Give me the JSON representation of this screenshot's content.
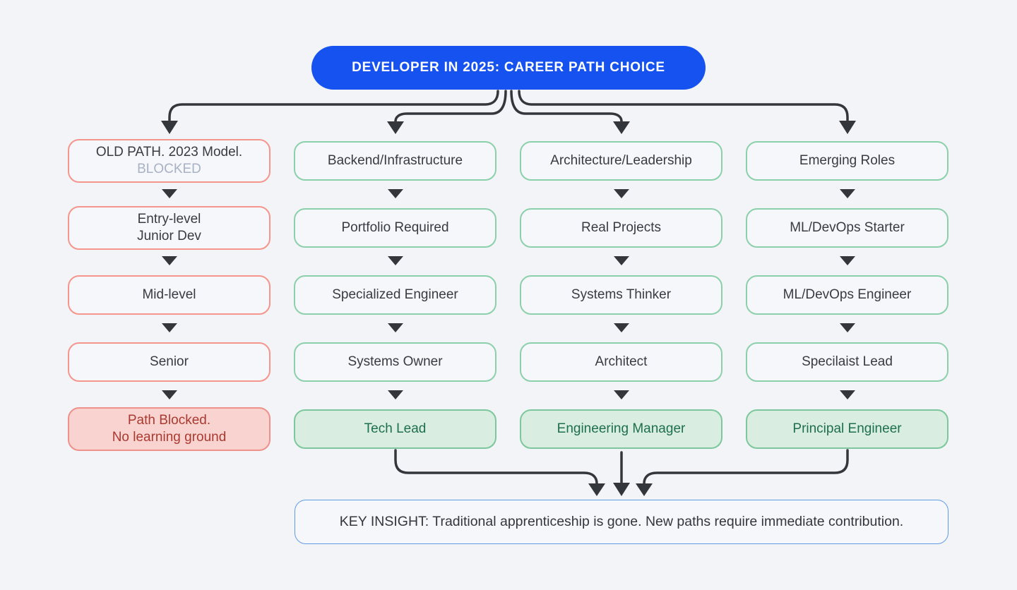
{
  "title": {
    "label": "DEVELOPER IN 2025: CAREER PATH CHOICE"
  },
  "columns": [
    {
      "name": "old-path",
      "header": {
        "text": "OLD PATH. 2023 Model.",
        "subtext": "BLOCKED"
      },
      "steps": [
        {
          "text": "Entry-level\nJunior Dev"
        },
        {
          "text": "Mid-level"
        },
        {
          "text": "Senior"
        }
      ],
      "final": {
        "text": "Path Blocked.\nNo learning ground"
      }
    },
    {
      "name": "backend-infrastructure",
      "header": {
        "text": "Backend/Infrastructure"
      },
      "steps": [
        {
          "text": "Portfolio Required"
        },
        {
          "text": "Specialized Engineer"
        },
        {
          "text": "Systems Owner"
        }
      ],
      "final": {
        "text": "Tech Lead"
      }
    },
    {
      "name": "architecture-leadership",
      "header": {
        "text": "Architecture/Leadership"
      },
      "steps": [
        {
          "text": "Real Projects"
        },
        {
          "text": "Systems Thinker"
        },
        {
          "text": "Architect"
        }
      ],
      "final": {
        "text": "Engineering Manager"
      }
    },
    {
      "name": "emerging-roles",
      "header": {
        "text": "Emerging Roles"
      },
      "steps": [
        {
          "text": "ML/DevOps Starter"
        },
        {
          "text": "ML/DevOps Engineer"
        },
        {
          "text": "Specilaist Lead"
        }
      ],
      "final": {
        "text": "Principal Engineer"
      }
    }
  ],
  "insight": {
    "label": "KEY INSIGHT: Traditional apprenticeship is gone. New paths require immediate contribution."
  },
  "colors": {
    "page_bg": "#f3f4f8",
    "node_bg": "#f6f7fb",
    "title_bg": "#1652f0",
    "title_text": "#ffffff",
    "red_border": "#f5958c",
    "green_border": "#8bd0aa",
    "blocked_bg": "#f9d3d0",
    "blocked_text": "#aa3a31",
    "final_green_bg": "#d9eee1",
    "final_green_text": "#1e6f4b",
    "insight_border": "#5f9ce6",
    "connector": "#33363b",
    "muted_subtext": "#a9b1c6",
    "body_text": "#383b42"
  }
}
